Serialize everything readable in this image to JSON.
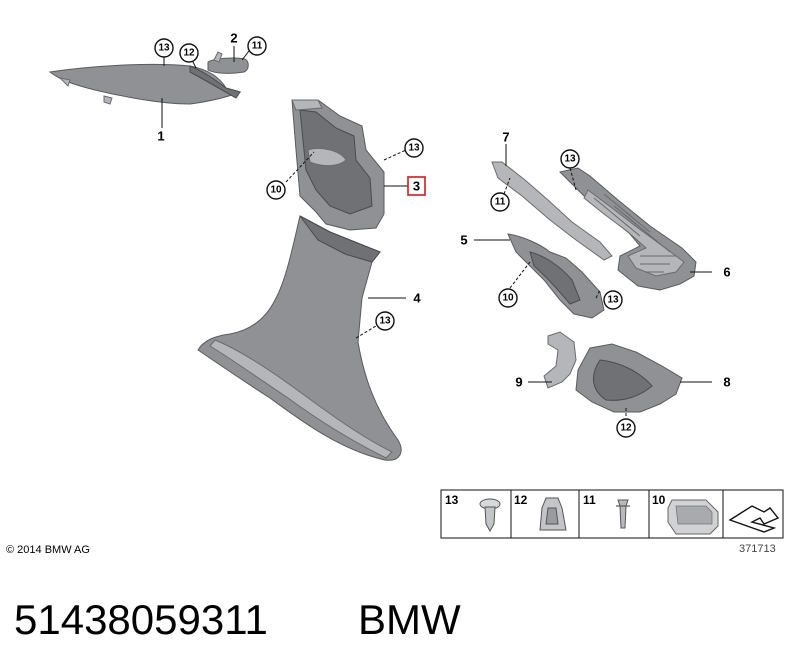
{
  "callouts": {
    "c1": "13",
    "c2": "12",
    "c3": "2",
    "c4": "11",
    "c5": "1",
    "c6": "13",
    "c7": "3",
    "c8": "10",
    "c9": "4",
    "c10": "13",
    "c11": "7",
    "c12": "13",
    "c13": "11",
    "c14": "5",
    "c15": "10",
    "c16": "13",
    "c17": "6",
    "c18": "9",
    "c19": "8",
    "c20": "12"
  },
  "legend": {
    "items": [
      "13",
      "12",
      "11",
      "10"
    ]
  },
  "copyright": "© 2014 BMW AG",
  "diagram_id": "371713",
  "caption": {
    "part_number": "51438059311",
    "brand": "BMW"
  }
}
